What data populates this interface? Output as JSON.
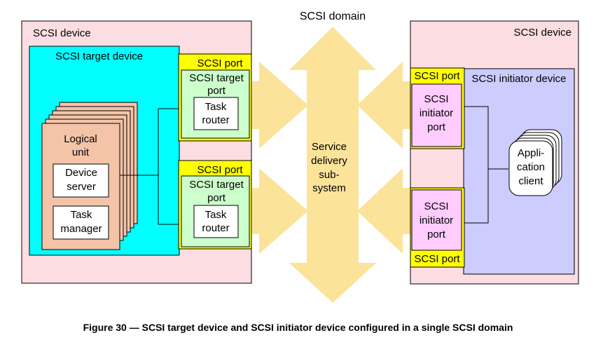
{
  "diagram": {
    "domain_label": "SCSI domain",
    "target_side": {
      "device_label": "SCSI device",
      "target_device_label": "SCSI target device",
      "logical_unit": {
        "title_line1": "Logical",
        "title_line2": "unit",
        "device_server_line1": "Device",
        "device_server_line2": "server",
        "task_manager_line1": "Task",
        "task_manager_line2": "manager"
      },
      "ports": [
        {
          "port_label": "SCSI port",
          "target_port_line1": "SCSI target",
          "target_port_line2": "port",
          "router_line1": "Task",
          "router_line2": "router"
        },
        {
          "port_label": "SCSI port",
          "target_port_line1": "SCSI target",
          "target_port_line2": "port",
          "router_line1": "Task",
          "router_line2": "router"
        }
      ]
    },
    "service_delivery": {
      "line1": "Service",
      "line2": "delivery",
      "line3": "sub-",
      "line4": "system"
    },
    "initiator_side": {
      "device_label": "SCSI device",
      "initiator_device_label": "SCSI initiator device",
      "ports": [
        {
          "port_label": "SCSI port",
          "line1": "SCSI",
          "line2": "initiator",
          "line3": "port"
        },
        {
          "port_label": "SCSI port",
          "line1": "SCSI",
          "line2": "initiator",
          "line3": "port"
        }
      ],
      "client": {
        "line1": "Appli-",
        "line2": "cation",
        "line3": "client"
      }
    },
    "colors": {
      "device_fill": "#fbdde2",
      "target_device_fill": "#00ffff",
      "port_fill": "#ffff00",
      "target_port_fill": "#ccffcc",
      "logical_unit_fill": "#f4c4a8",
      "arrow_fill": "#fbe39a",
      "initiator_device_fill": "#ccccff",
      "initiator_port_fill": "#ffccff"
    }
  },
  "caption": "Figure 30 — SCSI target device and SCSI initiator device configured in a single SCSI domain"
}
